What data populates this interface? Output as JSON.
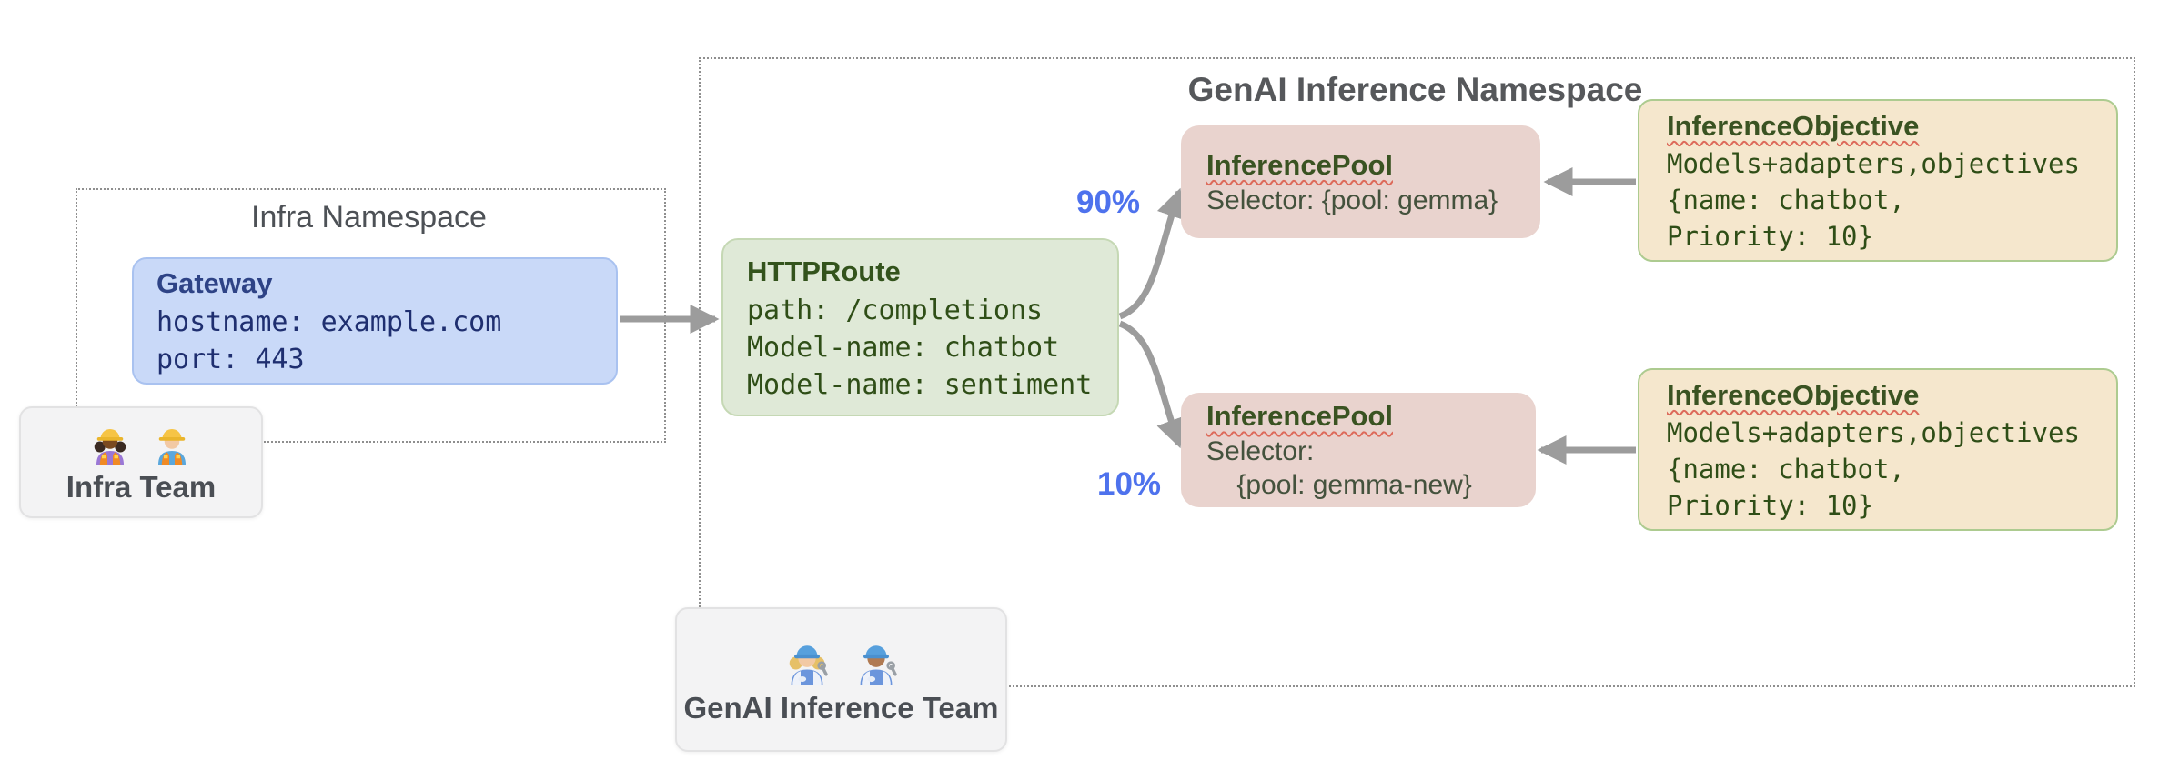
{
  "infra_namespace": {
    "title": "Infra Namespace"
  },
  "genai_namespace": {
    "title": "GenAI Inference Namespace"
  },
  "gateway": {
    "title": "Gateway",
    "lines": [
      "hostname: example.com",
      "port: 443"
    ]
  },
  "httproute": {
    "title": "HTTPRoute",
    "lines": [
      "path: /completions",
      "Model-name: chatbot",
      "Model-name: sentiment"
    ]
  },
  "pool_top": {
    "title": "InferencePool",
    "lines": [
      "Selector: {pool: gemma}"
    ]
  },
  "pool_bottom": {
    "title": "InferencePool",
    "lines": [
      "Selector:",
      "    {pool: gemma-new}"
    ]
  },
  "objective_top": {
    "title": "InferenceObjective",
    "lines": [
      "Models+adapters,objectives",
      "{name: chatbot,",
      "Priority: 10}"
    ]
  },
  "objective_bottom": {
    "title": "InferenceObjective",
    "lines": [
      "Models+adapters,objectives",
      "{name: chatbot,",
      "Priority: 10}"
    ]
  },
  "traffic": {
    "top_percent": "90%",
    "bottom_percent": "10%"
  },
  "teams": {
    "infra": {
      "label": "Infra Team",
      "icons": [
        "woman-construction-worker",
        "man-construction-worker"
      ]
    },
    "genai": {
      "label": "GenAI Inference Team",
      "icons": [
        "woman-mechanic",
        "man-mechanic"
      ]
    }
  },
  "colors": {
    "gateway_fill": "#c9d9f8",
    "gateway_border": "#a9c2f0",
    "gateway_text": "#1f2f70",
    "httproute_fill": "#dfe9d7",
    "httproute_border": "#c5d8b4",
    "httproute_text": "#2f4e17",
    "pool_fill": "#e9d3ce",
    "pool_title": "#3a5322",
    "objective_fill": "#f5e7cd",
    "objective_border": "#adcb90",
    "team_fill": "#f3f3f4",
    "arrow_gray": "#9c9c9c",
    "percent_blue": "#4e72ed",
    "squiggle_red": "#dd6a5a"
  }
}
